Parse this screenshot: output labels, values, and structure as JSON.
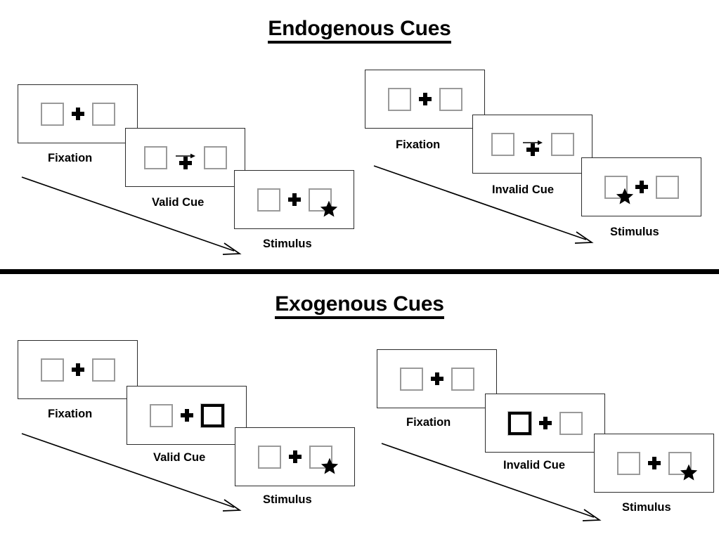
{
  "figure": {
    "sections": [
      {
        "id": "endogenous",
        "title": "Endogenous Cues",
        "columns": [
          {
            "id": "endogenous-valid",
            "condition": "valid",
            "panels": [
              {
                "id": "endo-valid-fixation",
                "caption": "Fixation",
                "cue_type": "none",
                "arrow": false,
                "left_box": {
                  "cued": false,
                  "target": "none"
                },
                "right_box": {
                  "cued": false,
                  "target": "none"
                }
              },
              {
                "id": "endo-valid-cue",
                "caption": "Valid Cue",
                "cue_type": "central-arrow",
                "arrow": true,
                "arrow_direction": "right",
                "left_box": {
                  "cued": false,
                  "target": "none"
                },
                "right_box": {
                  "cued": false,
                  "target": "none"
                }
              },
              {
                "id": "endo-valid-stimulus",
                "caption": "Stimulus",
                "cue_type": "none",
                "arrow": false,
                "left_box": {
                  "cued": false,
                  "target": "none"
                },
                "right_box": {
                  "cued": false,
                  "target": "star"
                }
              }
            ]
          },
          {
            "id": "endogenous-invalid",
            "condition": "invalid",
            "panels": [
              {
                "id": "endo-invalid-fixation",
                "caption": "Fixation",
                "cue_type": "none",
                "arrow": false,
                "left_box": {
                  "cued": false,
                  "target": "none"
                },
                "right_box": {
                  "cued": false,
                  "target": "none"
                }
              },
              {
                "id": "endo-invalid-cue",
                "caption": "Invalid Cue",
                "cue_type": "central-arrow",
                "arrow": true,
                "arrow_direction": "right",
                "left_box": {
                  "cued": false,
                  "target": "none"
                },
                "right_box": {
                  "cued": false,
                  "target": "none"
                }
              },
              {
                "id": "endo-invalid-stimulus",
                "caption": "Stimulus",
                "cue_type": "none",
                "arrow": false,
                "left_box": {
                  "cued": false,
                  "target": "star"
                },
                "right_box": {
                  "cued": false,
                  "target": "none"
                }
              }
            ]
          }
        ]
      },
      {
        "id": "exogenous",
        "title": "Exogenous Cues",
        "columns": [
          {
            "id": "exogenous-valid",
            "condition": "valid",
            "panels": [
              {
                "id": "exo-valid-fixation",
                "caption": "Fixation",
                "cue_type": "none",
                "arrow": false,
                "left_box": {
                  "cued": false,
                  "target": "none"
                },
                "right_box": {
                  "cued": false,
                  "target": "none"
                }
              },
              {
                "id": "exo-valid-cue",
                "caption": "Valid Cue",
                "cue_type": "peripheral-box",
                "arrow": false,
                "left_box": {
                  "cued": false,
                  "target": "none"
                },
                "right_box": {
                  "cued": true,
                  "target": "none"
                }
              },
              {
                "id": "exo-valid-stimulus",
                "caption": "Stimulus",
                "cue_type": "none",
                "arrow": false,
                "left_box": {
                  "cued": false,
                  "target": "none"
                },
                "right_box": {
                  "cued": false,
                  "target": "star"
                }
              }
            ]
          },
          {
            "id": "exogenous-invalid",
            "condition": "invalid",
            "panels": [
              {
                "id": "exo-invalid-fixation",
                "caption": "Fixation",
                "cue_type": "none",
                "arrow": false,
                "left_box": {
                  "cued": false,
                  "target": "none"
                },
                "right_box": {
                  "cued": false,
                  "target": "none"
                }
              },
              {
                "id": "exo-invalid-cue",
                "caption": "Invalid Cue",
                "cue_type": "peripheral-box",
                "arrow": false,
                "left_box": {
                  "cued": true,
                  "target": "none"
                },
                "right_box": {
                  "cued": false,
                  "target": "none"
                }
              },
              {
                "id": "exo-invalid-stimulus",
                "caption": "Stimulus",
                "cue_type": "none",
                "arrow": false,
                "left_box": {
                  "cued": false,
                  "target": "none"
                },
                "right_box": {
                  "cued": false,
                  "target": "star"
                }
              }
            ]
          }
        ]
      }
    ],
    "colors": {
      "panel_border": "#2b2b2b",
      "box_border": "#9a9a9a",
      "cued_box_border": "#000000",
      "ink": "#000000",
      "background": "#ffffff"
    }
  }
}
